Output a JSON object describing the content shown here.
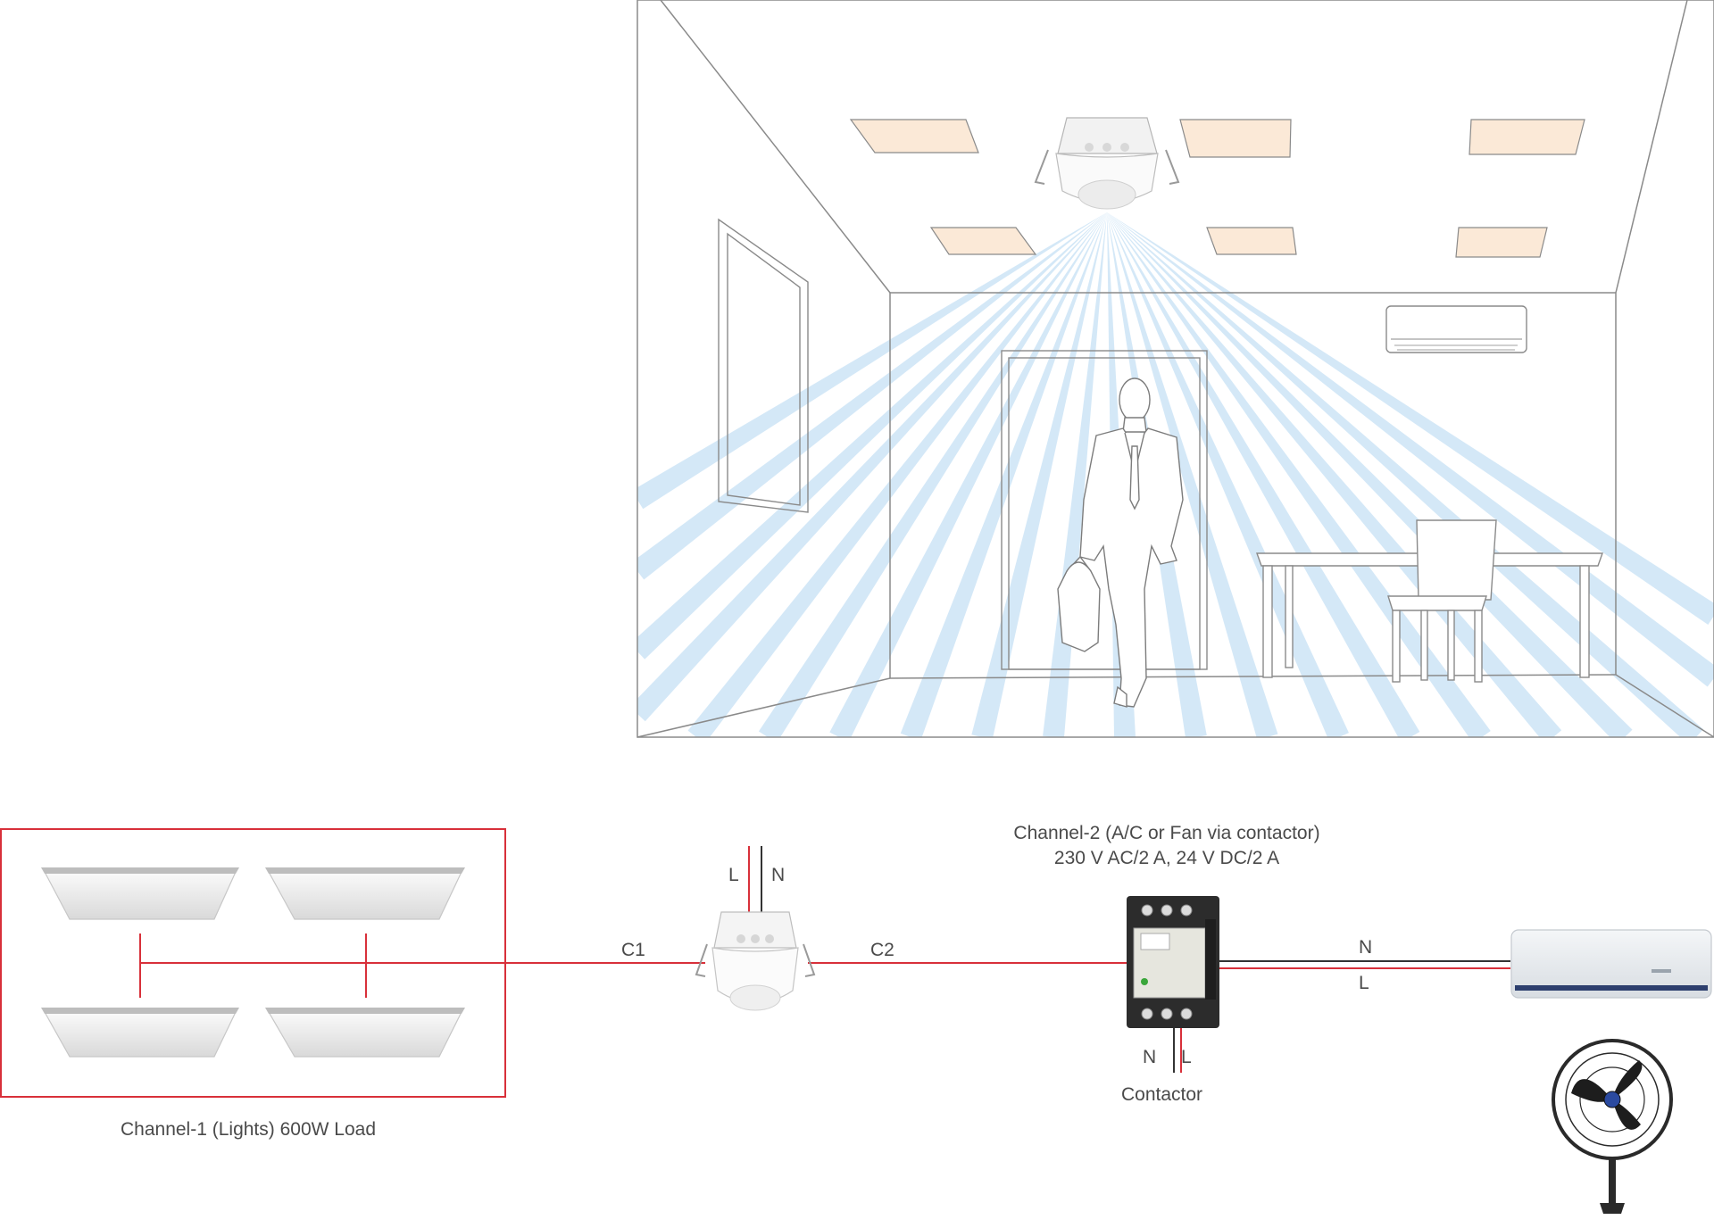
{
  "channel1": {
    "label": "Channel-1 (Lights) 600W Load"
  },
  "channel2": {
    "label_line1": "Channel-2 (A/C or Fan via contactor)",
    "label_line2": "230 V AC/2 A, 24 V DC/2 A"
  },
  "sensor": {
    "wire_L": "L",
    "wire_N": "N",
    "c1": "C1",
    "c2": "C2"
  },
  "contactor": {
    "label": "Contactor",
    "wire_N": "N",
    "wire_L": "L"
  },
  "output": {
    "wire_N": "N",
    "wire_L": "L"
  },
  "icons": [
    "ceiling-occupancy-sensor-icon",
    "ceiling-panel-light-icon",
    "contactor-icon",
    "air-conditioner-icon",
    "wall-fan-icon",
    "person-icon"
  ],
  "colors": {
    "wire_red": "#d8303a",
    "wire_dark": "#333333",
    "beam_blue": "#cfe6f6",
    "panel_glow": "#fbe9d7"
  }
}
